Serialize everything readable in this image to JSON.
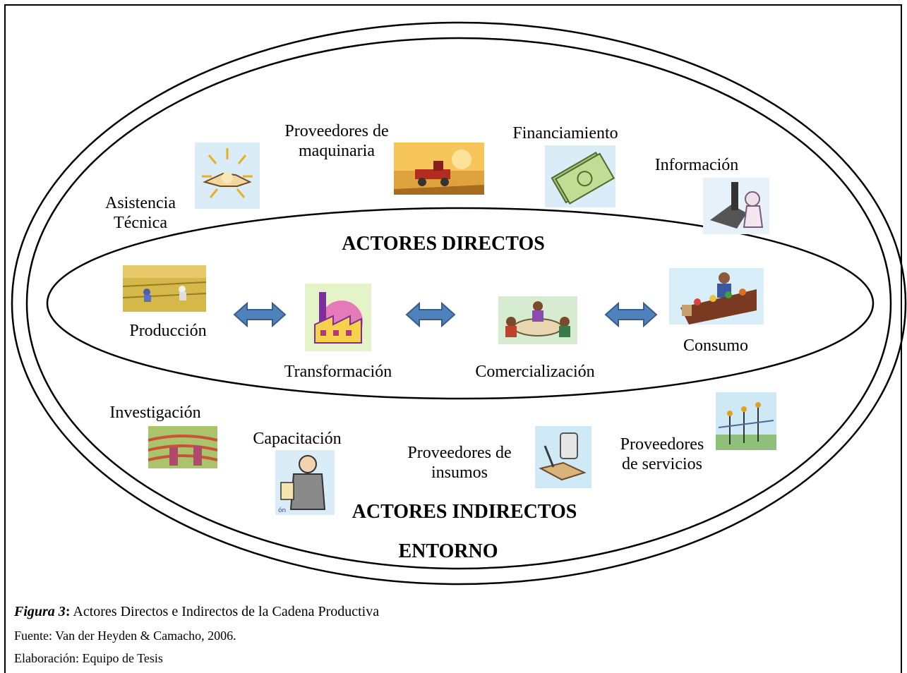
{
  "outer_layers": {
    "entorno": "ENTORNO",
    "actores_indirectos": "ACTORES INDIRECTOS",
    "actores_directos": "ACTORES DIRECTOS"
  },
  "indirect_actors": {
    "asistencia_tecnica": "Asistencia\nTécnica",
    "proveedores_maquinaria": "Proveedores de\nmaquinaria",
    "financiamiento": "Financiamiento",
    "informacion": "Información",
    "investigacion": "Investigación",
    "capacitacion": "Capacitación",
    "proveedores_insumos": "Proveedores de\ninsumos",
    "proveedores_servicios": "Proveedores\nde servicios"
  },
  "direct_actors": {
    "produccion": "Producción",
    "transformacion": "Transformación",
    "comercializacion": "Comercialización",
    "consumo": "Consumo"
  },
  "caption": {
    "figure_label": "Figura 3",
    "figure_colon": ":",
    "figure_title": " Actores Directos e Indirectos de la Cadena Productiva",
    "source": "Fuente: Van der Heyden & Camacho, 2006.",
    "elaboration": "Elaboración: Equipo de Tesis"
  },
  "colors": {
    "arrow_fill": "#4f81bd",
    "arrow_stroke": "#385d8a",
    "clipart_bg": "#d9ecf7"
  }
}
